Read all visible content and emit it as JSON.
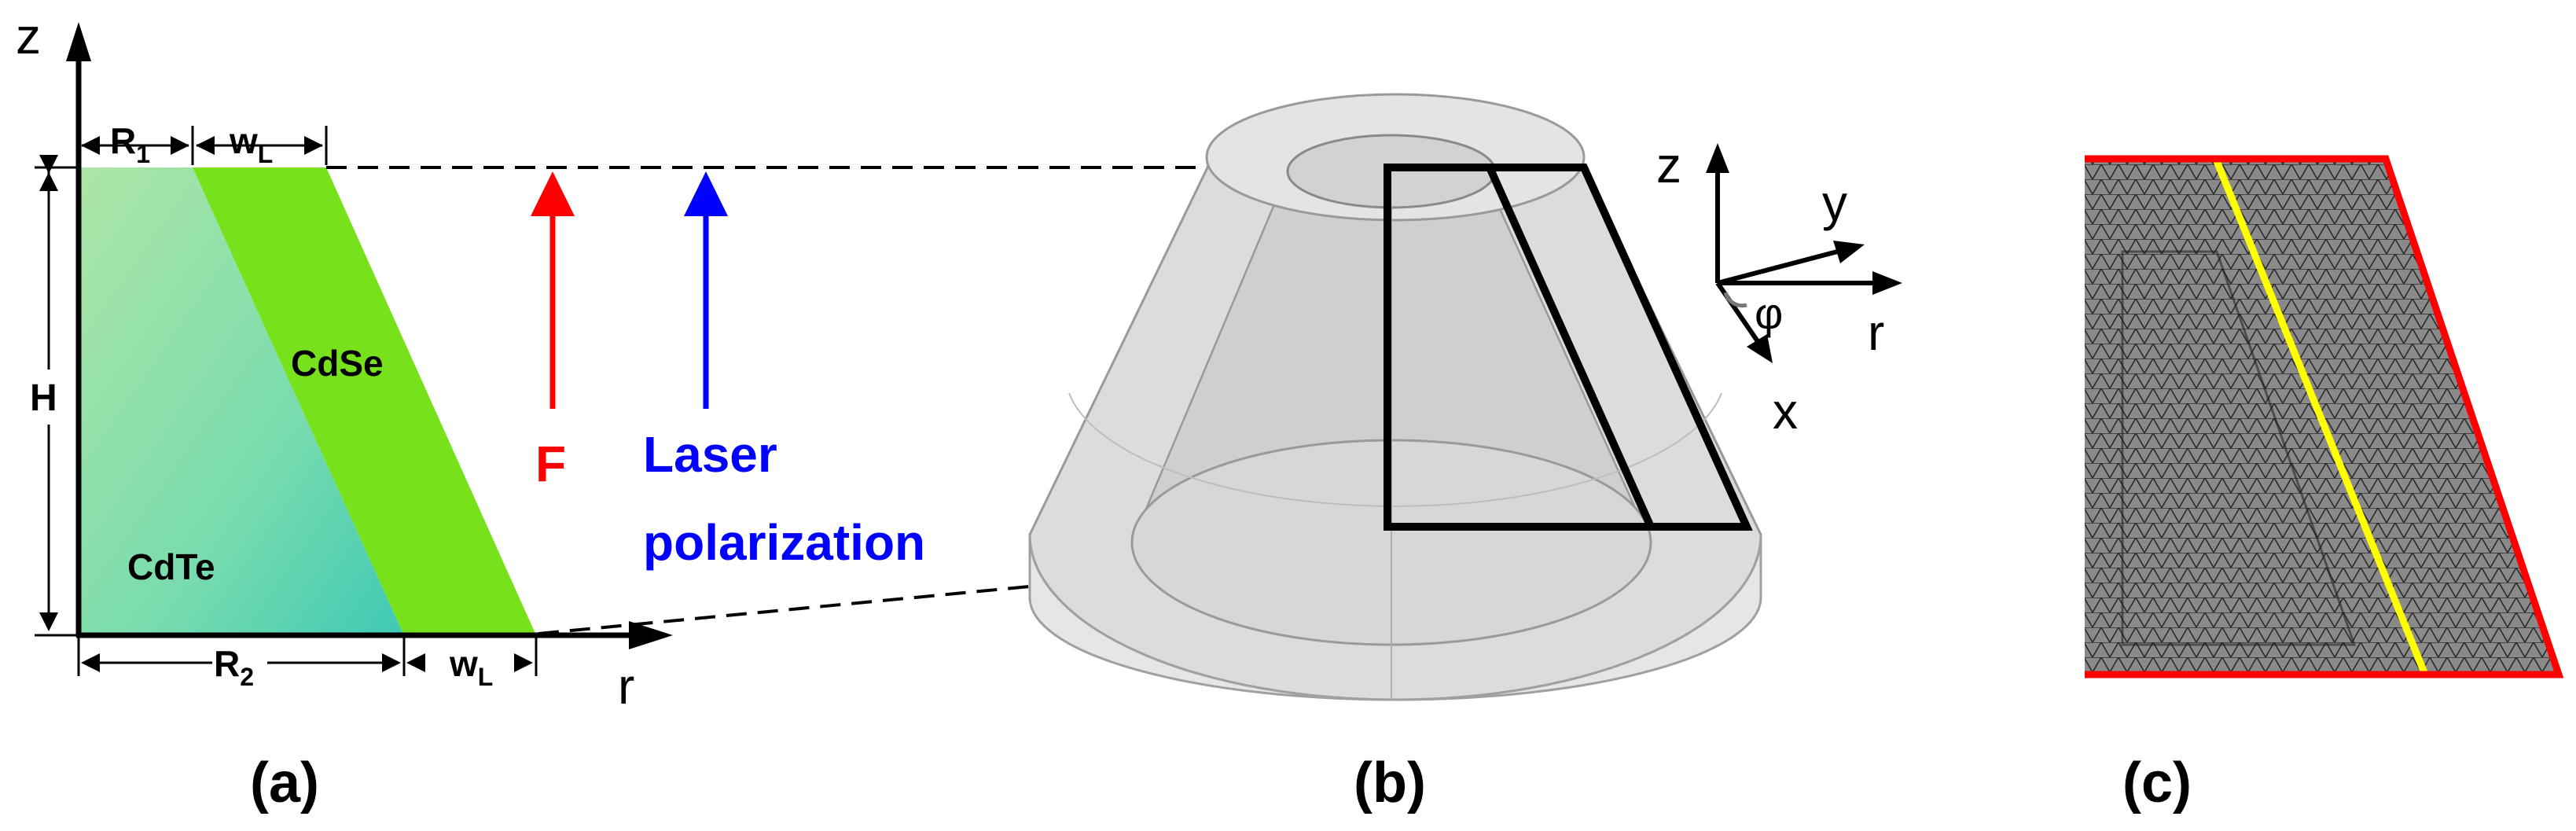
{
  "panel_a": {
    "axis_z": "z",
    "axis_r": "r",
    "dim_R1": "R",
    "dim_R1_sub": "1",
    "dim_wL_top": "w",
    "dim_wL_top_sub": "L",
    "dim_H": "H",
    "dim_R2": "R",
    "dim_R2_sub": "2",
    "dim_wL_bottom": "w",
    "dim_wL_bottom_sub": "L",
    "region_inner": "CdTe",
    "region_shell": "CdSe",
    "arrow_force": "F",
    "arrow_laser_line1": "Laser",
    "arrow_laser_line2": "polarization",
    "caption": "(a)"
  },
  "panel_b": {
    "axis_z": "z",
    "axis_y": "y",
    "axis_r": "r",
    "axis_x": "x",
    "angle": "φ",
    "caption": "(b)"
  },
  "panel_c": {
    "caption": "(c)"
  },
  "colors": {
    "force_arrow": "#ff0000",
    "laser_arrow": "#0000ff",
    "shell_green": "#77e21b",
    "core_teal_top": "#a6e6a3",
    "core_teal_bottom": "#4fcfb8",
    "interface_yellow": "#ffff00",
    "boundary_red": "#ff0000"
  }
}
